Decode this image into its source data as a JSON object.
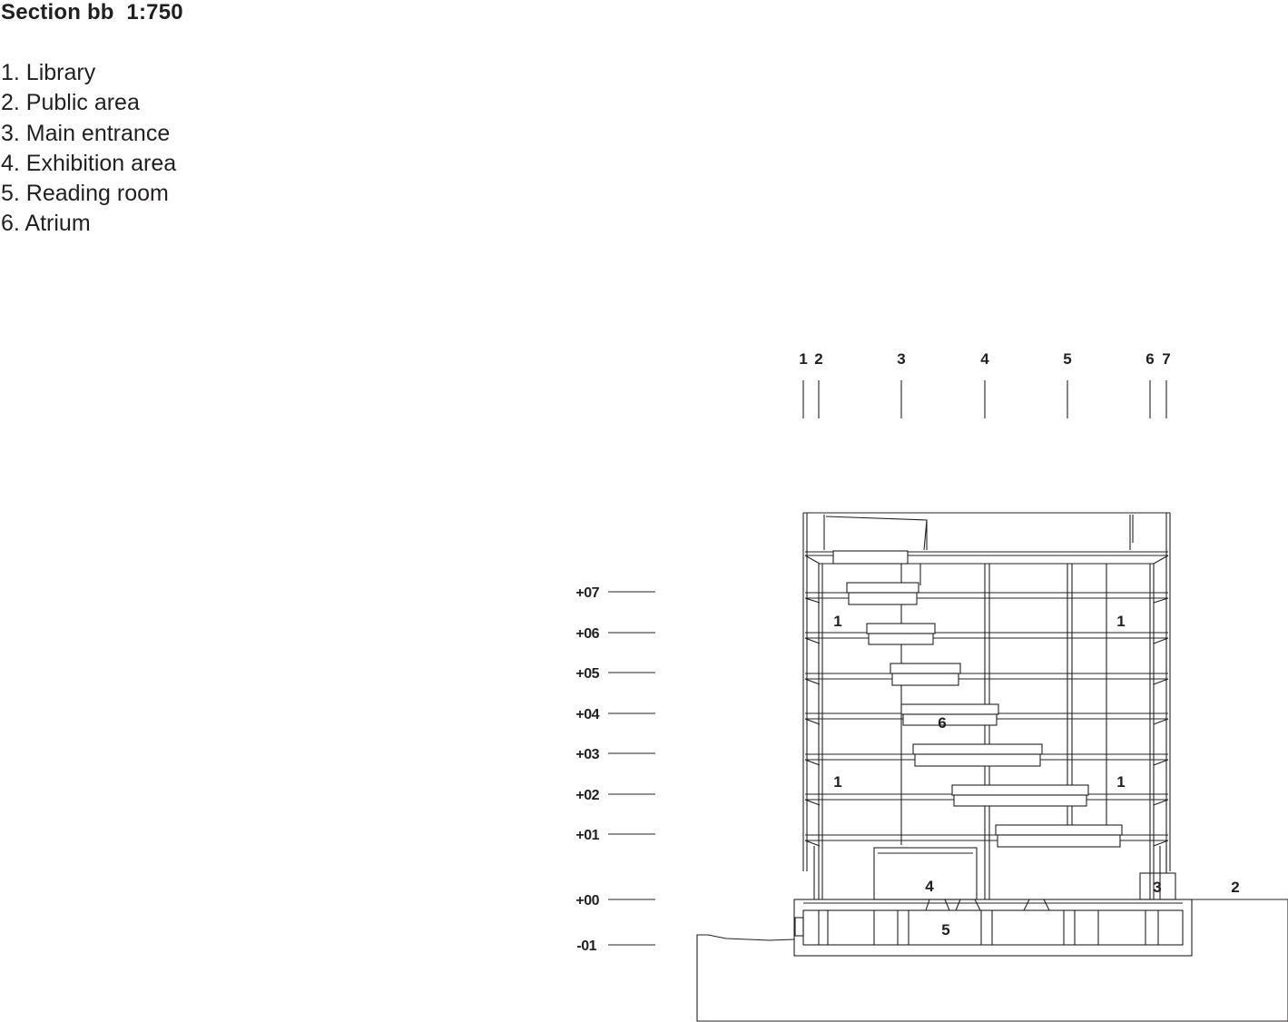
{
  "title": "Section bb  1:750",
  "legend": [
    "1. Library",
    "2. Public area",
    "3. Main entrance",
    "4. Exhibition area",
    "5. Reading room",
    "6. Atrium"
  ],
  "axis_labels": [
    "1",
    "2",
    "3",
    "4",
    "5",
    "6",
    "7"
  ],
  "level_labels": [
    "+07",
    "+06",
    "+05",
    "+04",
    "+03",
    "+02",
    "+01",
    "+00",
    "-01"
  ],
  "room_labels": {
    "library": "1",
    "public_area": "2",
    "main_entrance": "3",
    "exhibition_area": "4",
    "reading_room": "5",
    "atrium": "6"
  },
  "colors": {
    "ink": "#231f20",
    "background": "#ffffff"
  }
}
